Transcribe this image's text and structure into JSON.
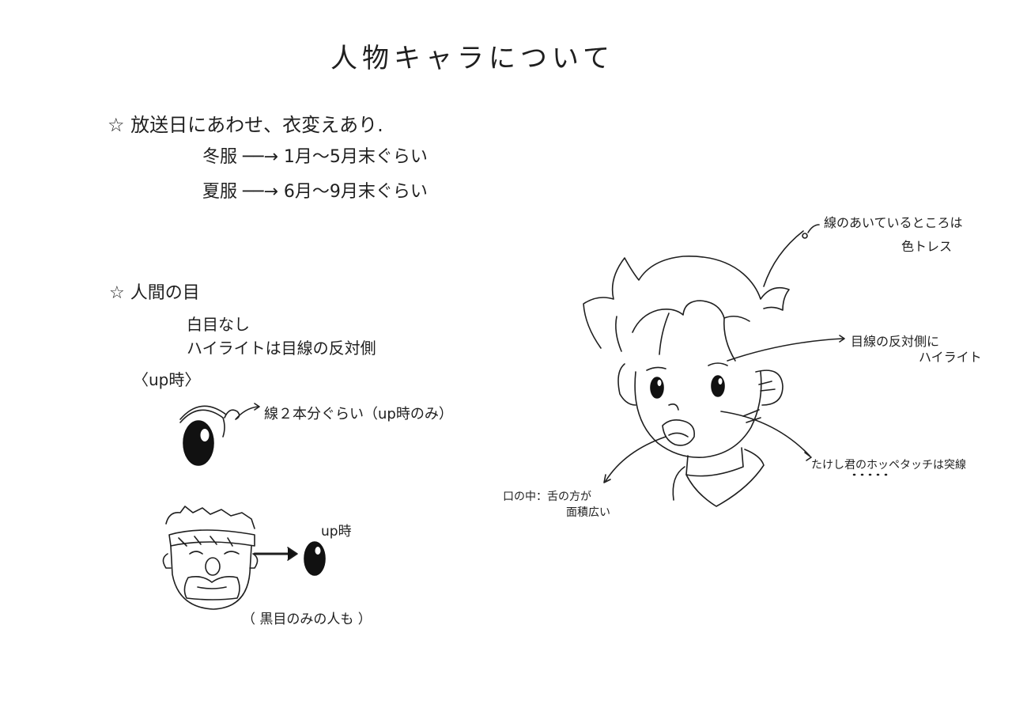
{
  "title": "人物キャラについて",
  "section_costume": {
    "heading": "☆ 放送日にあわせ、衣変えあり.",
    "winter": "冬服 ──→ 1月～5月末ぐらい",
    "summer": "夏服 ──→ 6月～9月末ぐらい"
  },
  "section_eyes": {
    "heading": "☆ 人間の目",
    "line1": "白目なし",
    "line2": "ハイライトは目線の反対側",
    "up_label": "〈up時〉",
    "line_note": "線２本分ぐらい（up時のみ）",
    "up_label2": "up時",
    "black_eye_note": "（ 黒目のみの人も ）"
  },
  "boy_notes": {
    "hair_gap_1": "線のあいているところは",
    "hair_gap_2": "色トレス",
    "highlight_1": "目線の反対側に",
    "highlight_2": "ハイライト",
    "cheek": "たけし君のホッペタッチは突線",
    "mouth_1": "口の中：舌の方が",
    "mouth_2": "面積広い"
  }
}
